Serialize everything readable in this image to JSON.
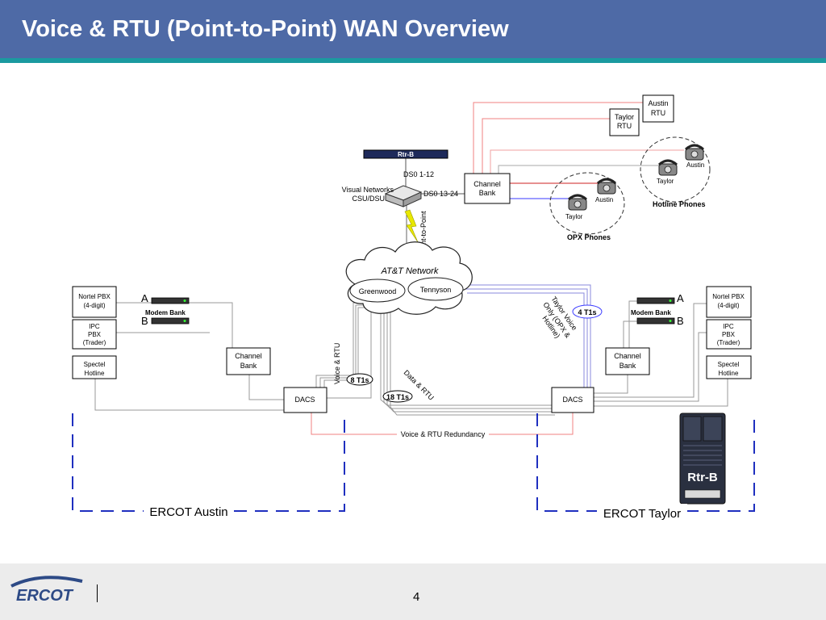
{
  "slide": {
    "title": "Voice & RTU (Point-to-Point) WAN Overview",
    "page_number": "4"
  },
  "footer": {
    "logo_text": "ERCOT"
  },
  "diagram": {
    "network": {
      "cloud_title": "AT&T Network",
      "node_left": "Greenwood",
      "node_right": "Tennyson"
    },
    "router_top": "Rtr-B",
    "csu_dsu": [
      "Visual Networks",
      "CSU/DSU"
    ],
    "ds0_top": "DS0 1-12",
    "ds0_side": "DS0 13-24",
    "point_to_point": "Point-to-Point",
    "channel_bank": [
      "Channel",
      "Bank"
    ],
    "austin_rtu": [
      "Austin",
      "RTU"
    ],
    "taylor_rtu": [
      "Taylor",
      "RTU"
    ],
    "phones": {
      "austin": "Austin",
      "taylor": "Taylor",
      "hotline_group": "Hotline Phones",
      "opx_group": "OPX Phones"
    },
    "sites": {
      "left": {
        "name": "ERCOT Austin",
        "nortel": [
          "Nortel PBX",
          "(4-digit)"
        ],
        "ipc": [
          "IPC",
          "PBX",
          "(Trader)"
        ],
        "spectel": [
          "Spectel",
          "Hotline"
        ],
        "modem_bank": "Modem Bank",
        "modem_a": "A",
        "modem_b": "B",
        "channel_bank": [
          "Channel",
          "Bank"
        ],
        "dacs": "DACS"
      },
      "right": {
        "name": "ERCOT Taylor",
        "nortel": [
          "Nortel PBX",
          "(4-digit)"
        ],
        "ipc": [
          "IPC",
          "PBX",
          "(Trader)"
        ],
        "spectel": [
          "Spectel",
          "Hotline"
        ],
        "modem_bank": "Modem Bank",
        "modem_a": "A",
        "modem_b": "B",
        "channel_bank": [
          "Channel",
          "Bank"
        ],
        "dacs": "DACS",
        "router": "Rtr-B"
      }
    },
    "links": {
      "voice_rtu": "Voice & RTU",
      "eight_t1": "8 T1s",
      "data_rtu": "Data & RTU",
      "eighteen_t1": "18 T1s",
      "taylor_voice": [
        "Taylor Voice",
        "Only (OPX &",
        "Hotline)"
      ],
      "four_t1": "4 T1s",
      "redundancy": "Voice & RTU Redundancy"
    },
    "colors": {
      "header": "#4e6aa6",
      "stripe": "#1b9aa0",
      "site_border": "#1f2fbf",
      "redundancy_line": "#f08080",
      "opx_line": "#3a3aff",
      "hotline_line": "#cc2222",
      "lightning": "#e8e800"
    }
  }
}
